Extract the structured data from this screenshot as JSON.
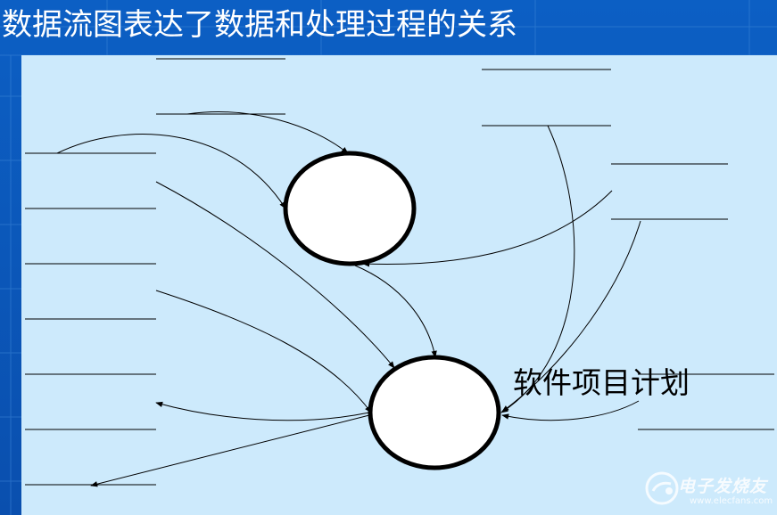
{
  "slide": {
    "title": "数据流图表达了数据和处理过程的关系"
  },
  "diagram": {
    "process_label": "软件项目计划"
  },
  "watermark": {
    "brand": "电子发烧友",
    "url": "www.elecfans.com"
  },
  "colors": {
    "slide_background": "#0a56b8",
    "panel_background": "#cdeafc",
    "line_color": "#000000",
    "node_fill": "#ffffff"
  }
}
